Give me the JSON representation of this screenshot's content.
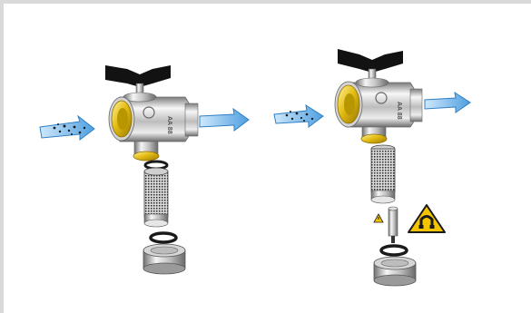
{
  "diagram": {
    "valve_marking": "AA 88",
    "assemblies": [
      {
        "id": "with-strainer",
        "parts": [
          "flow-in-arrow",
          "ball-valve",
          "flow-out-arrow",
          "o-ring",
          "strainer-mesh",
          "o-ring",
          "end-cap"
        ]
      },
      {
        "id": "with-magnet",
        "parts": [
          "flow-in-arrow",
          "ball-valve",
          "flow-out-arrow",
          "strainer-mesh",
          "magnet-rod",
          "o-ring",
          "end-cap"
        ]
      }
    ],
    "icons": [
      "magnet-warning-icon",
      "small-warning-icon"
    ]
  },
  "colors": {
    "flow_arrow": "#5aa9e6",
    "flow_arrow_dark": "#2f7fc4",
    "particles": "#1a1a1a",
    "brass": "#e9c21a",
    "chrome_light": "#f2f2f2",
    "chrome_dark": "#8a8a8a",
    "handle": "#121212",
    "warning_yellow": "#f5c400",
    "frame": "#d9d9d9"
  }
}
